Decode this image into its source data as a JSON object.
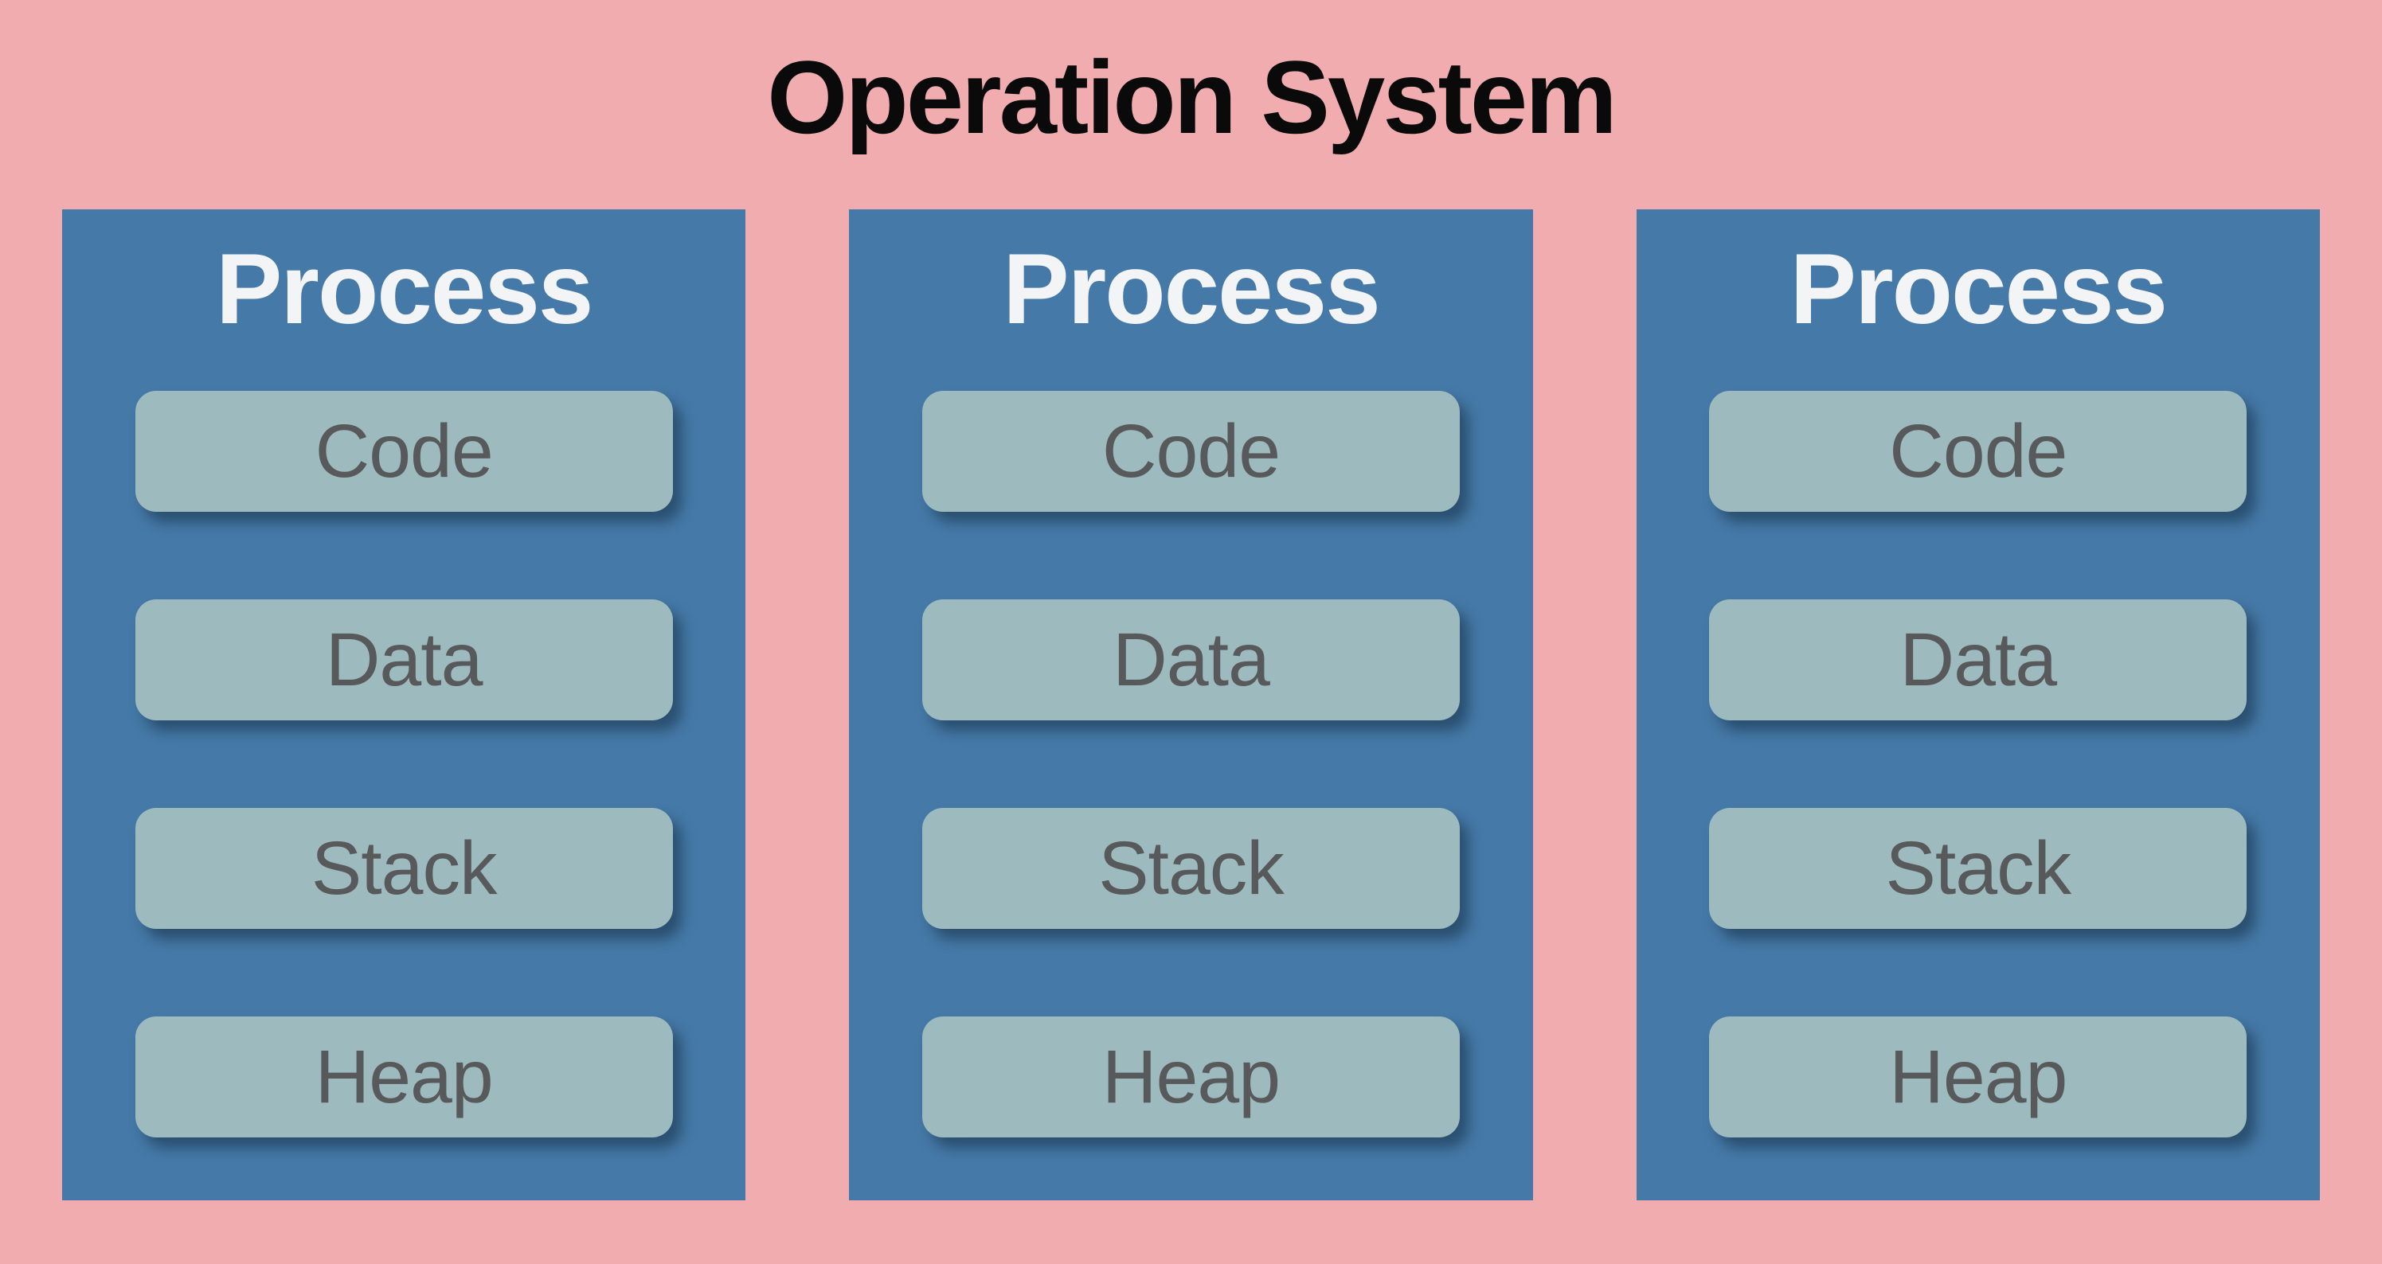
{
  "diagram": {
    "title": "Operation System",
    "processes": [
      {
        "label": "Process",
        "blocks": [
          "Code",
          "Data",
          "Stack",
          "Heap"
        ]
      },
      {
        "label": "Process",
        "blocks": [
          "Code",
          "Data",
          "Stack",
          "Heap"
        ]
      },
      {
        "label": "Process",
        "blocks": [
          "Code",
          "Data",
          "Stack",
          "Heap"
        ]
      }
    ]
  },
  "colors": {
    "background": "#F0ACAF",
    "panel": "#4579A7",
    "block": "#9DBABE",
    "title-text": "#0A0A0A",
    "panel-title-text": "#F3F4F5",
    "block-text": "#58595B",
    "shadow": "rgba(16, 38, 58, 0.5)"
  }
}
